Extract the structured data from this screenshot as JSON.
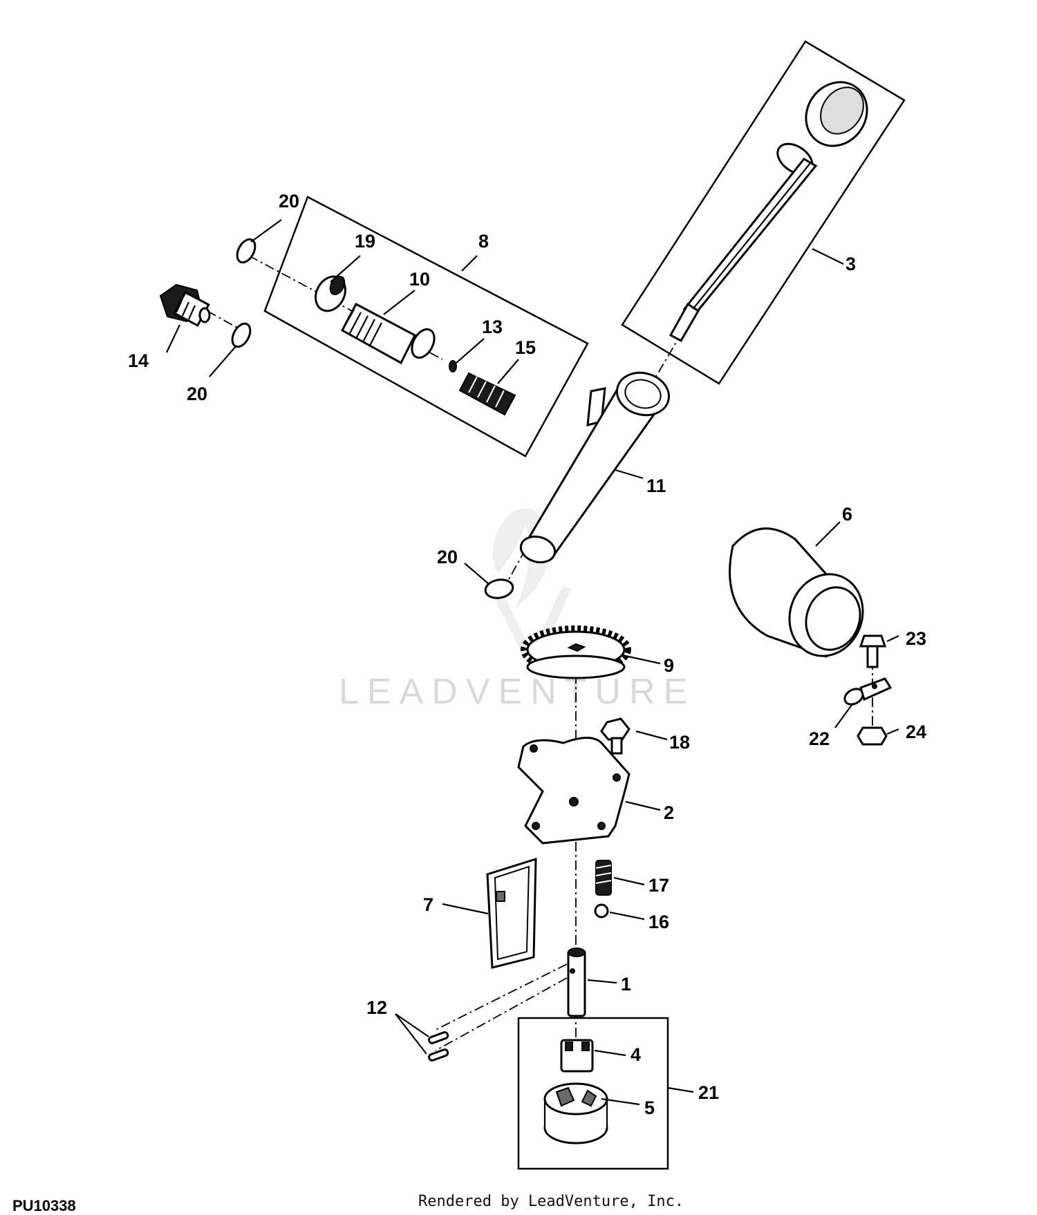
{
  "watermark": "LEADVENTURE",
  "drawing_code": "PU10338",
  "credit": "Rendered by LeadVenture, Inc.",
  "callouts": {
    "c1": "1",
    "c2": "2",
    "c3": "3",
    "c4": "4",
    "c5": "5",
    "c6": "6",
    "c7": "7",
    "c8": "8",
    "c9": "9",
    "c10": "10",
    "c11": "11",
    "c12": "12",
    "c13": "13",
    "c14": "14",
    "c15": "15",
    "c16": "16",
    "c17": "17",
    "c18": "18",
    "c19": "19",
    "c20a": "20",
    "c20b": "20",
    "c20c": "20",
    "c21": "21",
    "c22": "22",
    "c23": "23",
    "c24": "24"
  }
}
